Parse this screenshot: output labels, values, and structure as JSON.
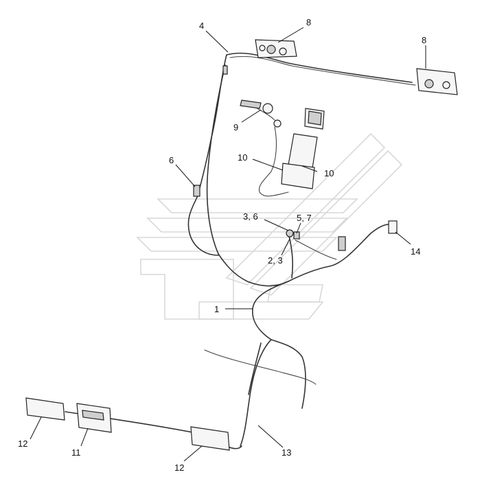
{
  "labels": {
    "l1": "1",
    "l4": "4",
    "l6": "6",
    "l8a": "8",
    "l8b": "8",
    "l9": "9",
    "l10a": "10",
    "l10b": "10",
    "l3_6": "3, 6",
    "l5_7": "5, 7",
    "l2_3": "2, 3",
    "l14": "14",
    "l12a": "12",
    "l12b": "12",
    "l11": "11",
    "l13": "13"
  }
}
